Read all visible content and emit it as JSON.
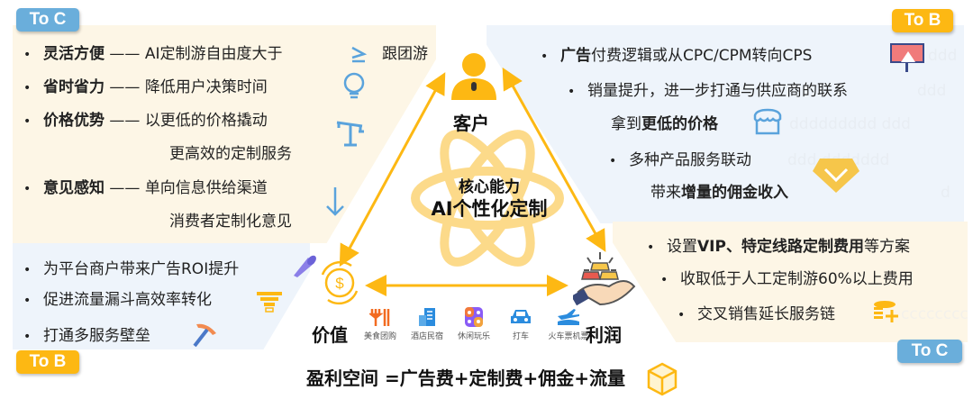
{
  "tags": {
    "top_left": "To C",
    "top_right": "To B",
    "bottom_left": "To B",
    "bottom_right": "To C"
  },
  "to_c_left": [
    {
      "bold": "灵活方便",
      "dash": "——",
      "text": "AI定制游自由度大于",
      "icon": "greater-equal-icon",
      "suffix": "跟团游"
    },
    {
      "bold": "省时省力",
      "dash": "——",
      "text": "降低用户决策时间",
      "icon": "lightbulb-icon"
    },
    {
      "bold": "价格优势",
      "dash": "——",
      "text": "以更低的价格撬动",
      "icon": "lever-icon",
      "continuation": "更高效的定制服务"
    },
    {
      "bold": "意见感知",
      "dash": "——",
      "text": "单向信息供给渠道",
      "icon": "down-arrow-icon",
      "continuation": "消费者定制化意见"
    }
  ],
  "to_b_left": [
    {
      "text": "为平台商户带来广告ROI提升",
      "icon": "megaphone-icon"
    },
    {
      "text": "促进流量漏斗高效率转化",
      "icon": "funnel-icon"
    },
    {
      "text": "打通多服务壁垒",
      "icon": "pickaxe-icon"
    }
  ],
  "to_b_right": [
    {
      "bold": "广告",
      "text": "付费逻辑或从CPC/CPM转向CPS",
      "icon": "billboard-icon",
      "ghost": "ddd"
    },
    {
      "text": "销量提升，进一步打通与供应商的联系",
      "ghost": "ddd"
    },
    {
      "prefix": "拿到",
      "bold": "更低的价格",
      "icon": "store-icon",
      "ghost": "ddddddddd ddd"
    },
    {
      "text": "多种产品服务联动",
      "ghost": "ddd        ddddddd"
    },
    {
      "prefix": "带来",
      "bold": "增量的佣金收入",
      "icon": "diamond-icon",
      "ghost": "d"
    }
  ],
  "to_c_right": [
    {
      "prefix": "设置",
      "bold": "VIP、特定线路定制费用",
      "suffix": "等方案"
    },
    {
      "text": "收取低于人工定制游60%以上费用"
    },
    {
      "text": "交叉销售延长服务链",
      "icon": "coins-plus-icon",
      "ghost": "cccccccc"
    }
  ],
  "nodes": {
    "customer": "客户",
    "value": "价值",
    "profit": "利润"
  },
  "core": {
    "line1": "核心能力",
    "line2": "AI个性化定制"
  },
  "services": [
    {
      "label": "美食团购",
      "icon": "fork-knife-icon",
      "color": "#f26b21"
    },
    {
      "label": "酒店民宿",
      "icon": "building-icon",
      "color": "#2b8cde"
    },
    {
      "label": "休闲玩乐",
      "icon": "leisure-grid-icon",
      "color": "#8a5cf6"
    },
    {
      "label": "打车",
      "icon": "car-icon",
      "color": "#2b8cde"
    },
    {
      "label": "火车票机票",
      "icon": "plane-train-icon",
      "color": "#2b8cde"
    }
  ],
  "formula": "盈利空间 =广告费+定制费+佣金+流量",
  "colors": {
    "accent_orange": "#fdb813",
    "tag_blue": "#6aaedb",
    "panel_cream": "#fdf6e6",
    "panel_blue": "#eef4fb",
    "icon_blue": "#5aa3dc"
  }
}
